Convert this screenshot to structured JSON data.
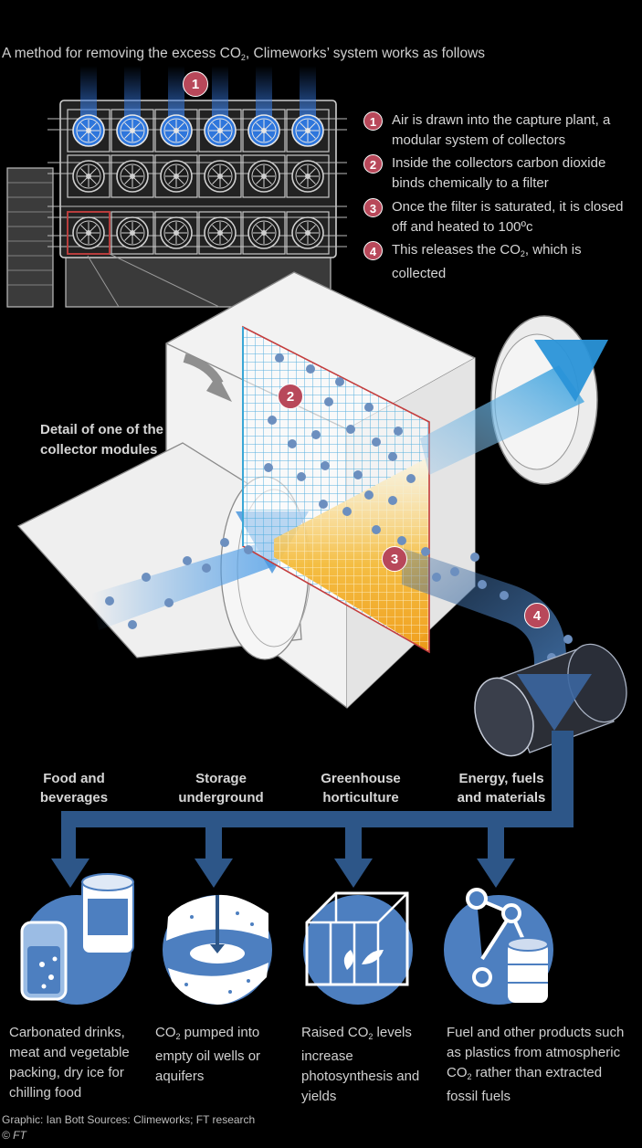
{
  "title": {
    "pre": "A method for removing the excess CO",
    "sub": "2",
    "post": ", Climeworks’ system works as follows"
  },
  "steps": [
    {
      "num": "1",
      "text": "Air is drawn into the capture plant, a modular system of collectors"
    },
    {
      "num": "2",
      "text": "Inside the collectors carbon dioxide binds chemically to a filter"
    },
    {
      "num": "3",
      "text": "Once the filter is saturated, it is closed off and heated to 100ºc"
    },
    {
      "num": "4",
      "pre": "This releases the CO",
      "sub": "2",
      "post": ", which is collected"
    }
  ],
  "markers": [
    "1",
    "2",
    "3",
    "4"
  ],
  "detail_label": "Detail of one of the collector modules",
  "uses": [
    {
      "title": "Food and beverages",
      "desc": {
        "pre": "Carbonated drinks, meat and vegetable packing, dry ice for chilling food",
        "sub": "",
        "post": ""
      }
    },
    {
      "title": "Storage underground",
      "desc": {
        "pre": "CO",
        "sub": "2",
        "post": " pumped into empty oil wells or aquifers"
      }
    },
    {
      "title": "Greenhouse horticulture",
      "desc": {
        "pre": "Raised CO",
        "sub": "2",
        "post": " levels increase photosynthesis and yields"
      }
    },
    {
      "title": "Energy, fuels and materials",
      "desc": {
        "pre": "Fuel and other products such as plastics from atmospheric CO",
        "sub": "2",
        "post": " rather than extracted fossil fuels"
      }
    }
  ],
  "credit": "Graphic: Ian Bott  Sources: Climeworks; FT research",
  "copyright": "© FT",
  "colors": {
    "background": "#000000",
    "badge": "#b8485a",
    "flow": "#5b8ec4",
    "arrow": "#3f6da3",
    "icon_blue": "#4d7fc0",
    "filter_hot": "#f2a81d",
    "filter_cool": "#3aa7d6"
  },
  "icons": [
    "fan-icon",
    "soda-can-icon",
    "drill-well-icon",
    "greenhouse-icon",
    "molecule-barrel-icon"
  ]
}
